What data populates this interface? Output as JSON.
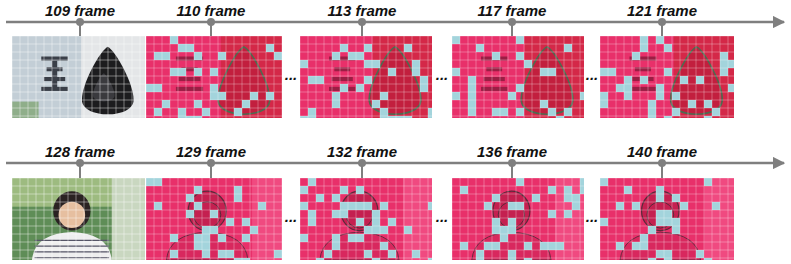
{
  "diagram": {
    "labels": [
      "109 frame",
      "110 frame",
      "113 frame",
      "117 frame",
      "121 frame",
      "...",
      "...",
      "...",
      "128 frame",
      "129 frame",
      "132 frame",
      "136 frame",
      "140 frame",
      "...",
      "...",
      "..."
    ]
  }
}
